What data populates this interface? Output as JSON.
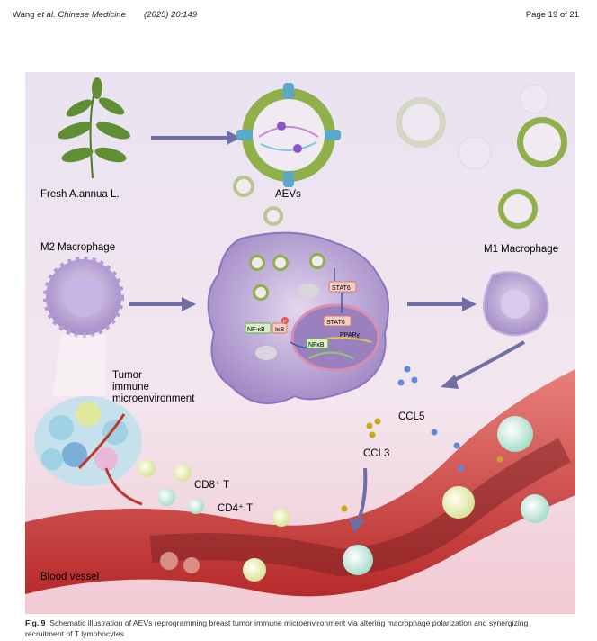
{
  "header": {
    "authors": "Wang",
    "etal": "et al.",
    "journal": "Chinese Medicine",
    "citation": "(2025) 20:149",
    "page": "Page 19 of 21"
  },
  "figure": {
    "labels": {
      "plant": "Fresh A.annua L.",
      "aevs": "AEVs",
      "m2": "M2 Macrophage",
      "m1": "M1 Macrophage",
      "tme1": "Tumor",
      "tme2": "immune",
      "tme3": "microenvironment",
      "ccl5": "CCL5",
      "ccl3": "CCL3",
      "cd8": "CD8⁺ T",
      "cd4": "CD4⁺ T",
      "vessel": "Blood vessel",
      "stat6_cyto": "STAT6",
      "stat6_nuc": "STAT6",
      "pparg": "PPARγ",
      "nfkb": "NF-κB",
      "ikb": "IκB",
      "phospho": "P",
      "nfkb_nuc": "NFκB"
    }
  },
  "caption": {
    "label": "Fig. 9",
    "text": "Schematic illustration of AEVs reprogramming breast tumor immune microenvironment via altering macrophage polarization and synergizing recruitment of T lymphocytes"
  }
}
